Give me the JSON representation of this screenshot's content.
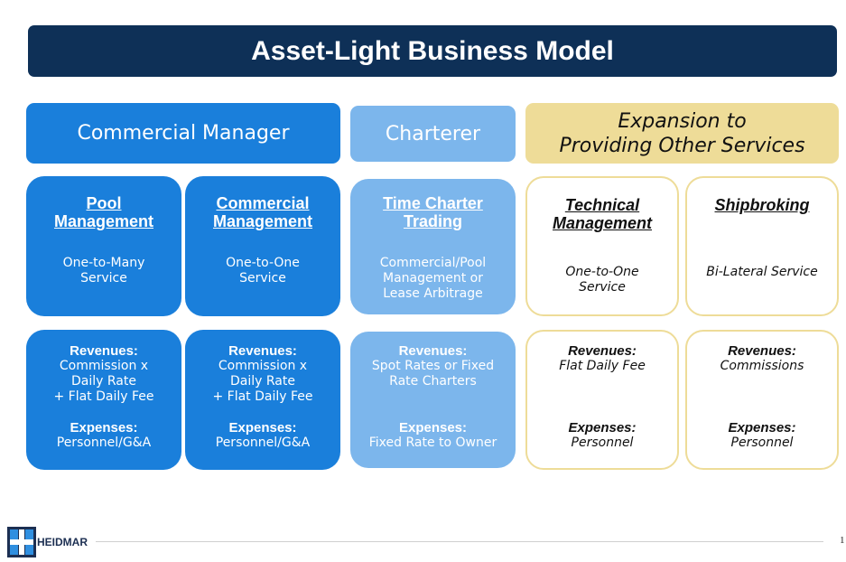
{
  "title": "Asset-Light Business Model",
  "colors": {
    "title_bg": "#0e3057",
    "blue": "#1a7fdb",
    "light_blue": "#7cb6ec",
    "gold": "#eedc98"
  },
  "headers": {
    "commercial_manager": "Commercial Manager",
    "charterer": "Charterer",
    "expansion": "Expansion to\nProviding Other Services"
  },
  "cards": {
    "pool": {
      "title": "Pool\nManagement",
      "desc": "One-to-Many\nService"
    },
    "commercial": {
      "title": "Commercial\nManagement",
      "desc": "One-to-One\nService"
    },
    "time_charter": {
      "title": "Time Charter\nTrading",
      "desc": "Commercial/Pool\nManagement or\nLease Arbitrage"
    },
    "technical": {
      "title": "Technical\nManagement",
      "desc": "One-to-One\nService"
    },
    "shipbroking": {
      "title": "Shipbroking",
      "desc": "Bi-Lateral Service"
    }
  },
  "financials": {
    "pool": {
      "rev_label": "Revenues:",
      "rev": "Commission x\nDaily Rate\n+ Flat Daily Fee",
      "exp_label": "Expenses:",
      "exp": "Personnel/G&A"
    },
    "commercial": {
      "rev_label": "Revenues:",
      "rev": "Commission x\nDaily Rate\n+ Flat Daily Fee",
      "exp_label": "Expenses:",
      "exp": "Personnel/G&A"
    },
    "time_charter": {
      "rev_label": "Revenues:",
      "rev": "Spot Rates or Fixed\nRate Charters",
      "exp_label": "Expenses:",
      "exp": "Fixed Rate to Owner"
    },
    "technical": {
      "rev_label": "Revenues:",
      "rev": "Flat Daily Fee",
      "exp_label": "Expenses:",
      "exp": "Personnel"
    },
    "shipbroking": {
      "rev_label": "Revenues:",
      "rev": "Commissions",
      "exp_label": "Expenses:",
      "exp": "Personnel"
    }
  },
  "footer": {
    "logo_text": "HEIDMAR",
    "page_number": "1"
  }
}
